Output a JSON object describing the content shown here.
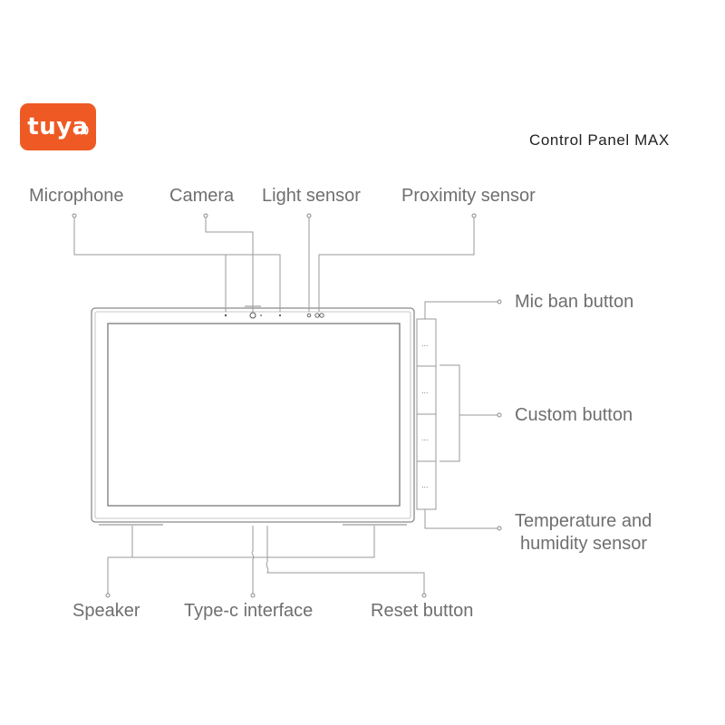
{
  "brand": {
    "logo_text": "tuya",
    "brand_color": "#ef5a24"
  },
  "product": {
    "title": "Control Panel MAX"
  },
  "labels": {
    "microphone": "Microphone",
    "camera": "Camera",
    "light_sensor": "Light sensor",
    "proximity_sensor": "Proximity sensor",
    "mic_ban_button": "Mic ban button",
    "custom_button": "Custom button",
    "temp_humidity_line1": "Temperature and",
    "temp_humidity_line2": "humidity sensor",
    "speaker": "Speaker",
    "type_c": "Type-c interface",
    "reset_button": "Reset button"
  },
  "side_buttons": {
    "marks": [
      "...",
      "...",
      "...",
      "..."
    ]
  },
  "colors": {
    "line": "#9a9a9a",
    "label": "#6f6f6f",
    "device": "#8a8a8a"
  }
}
